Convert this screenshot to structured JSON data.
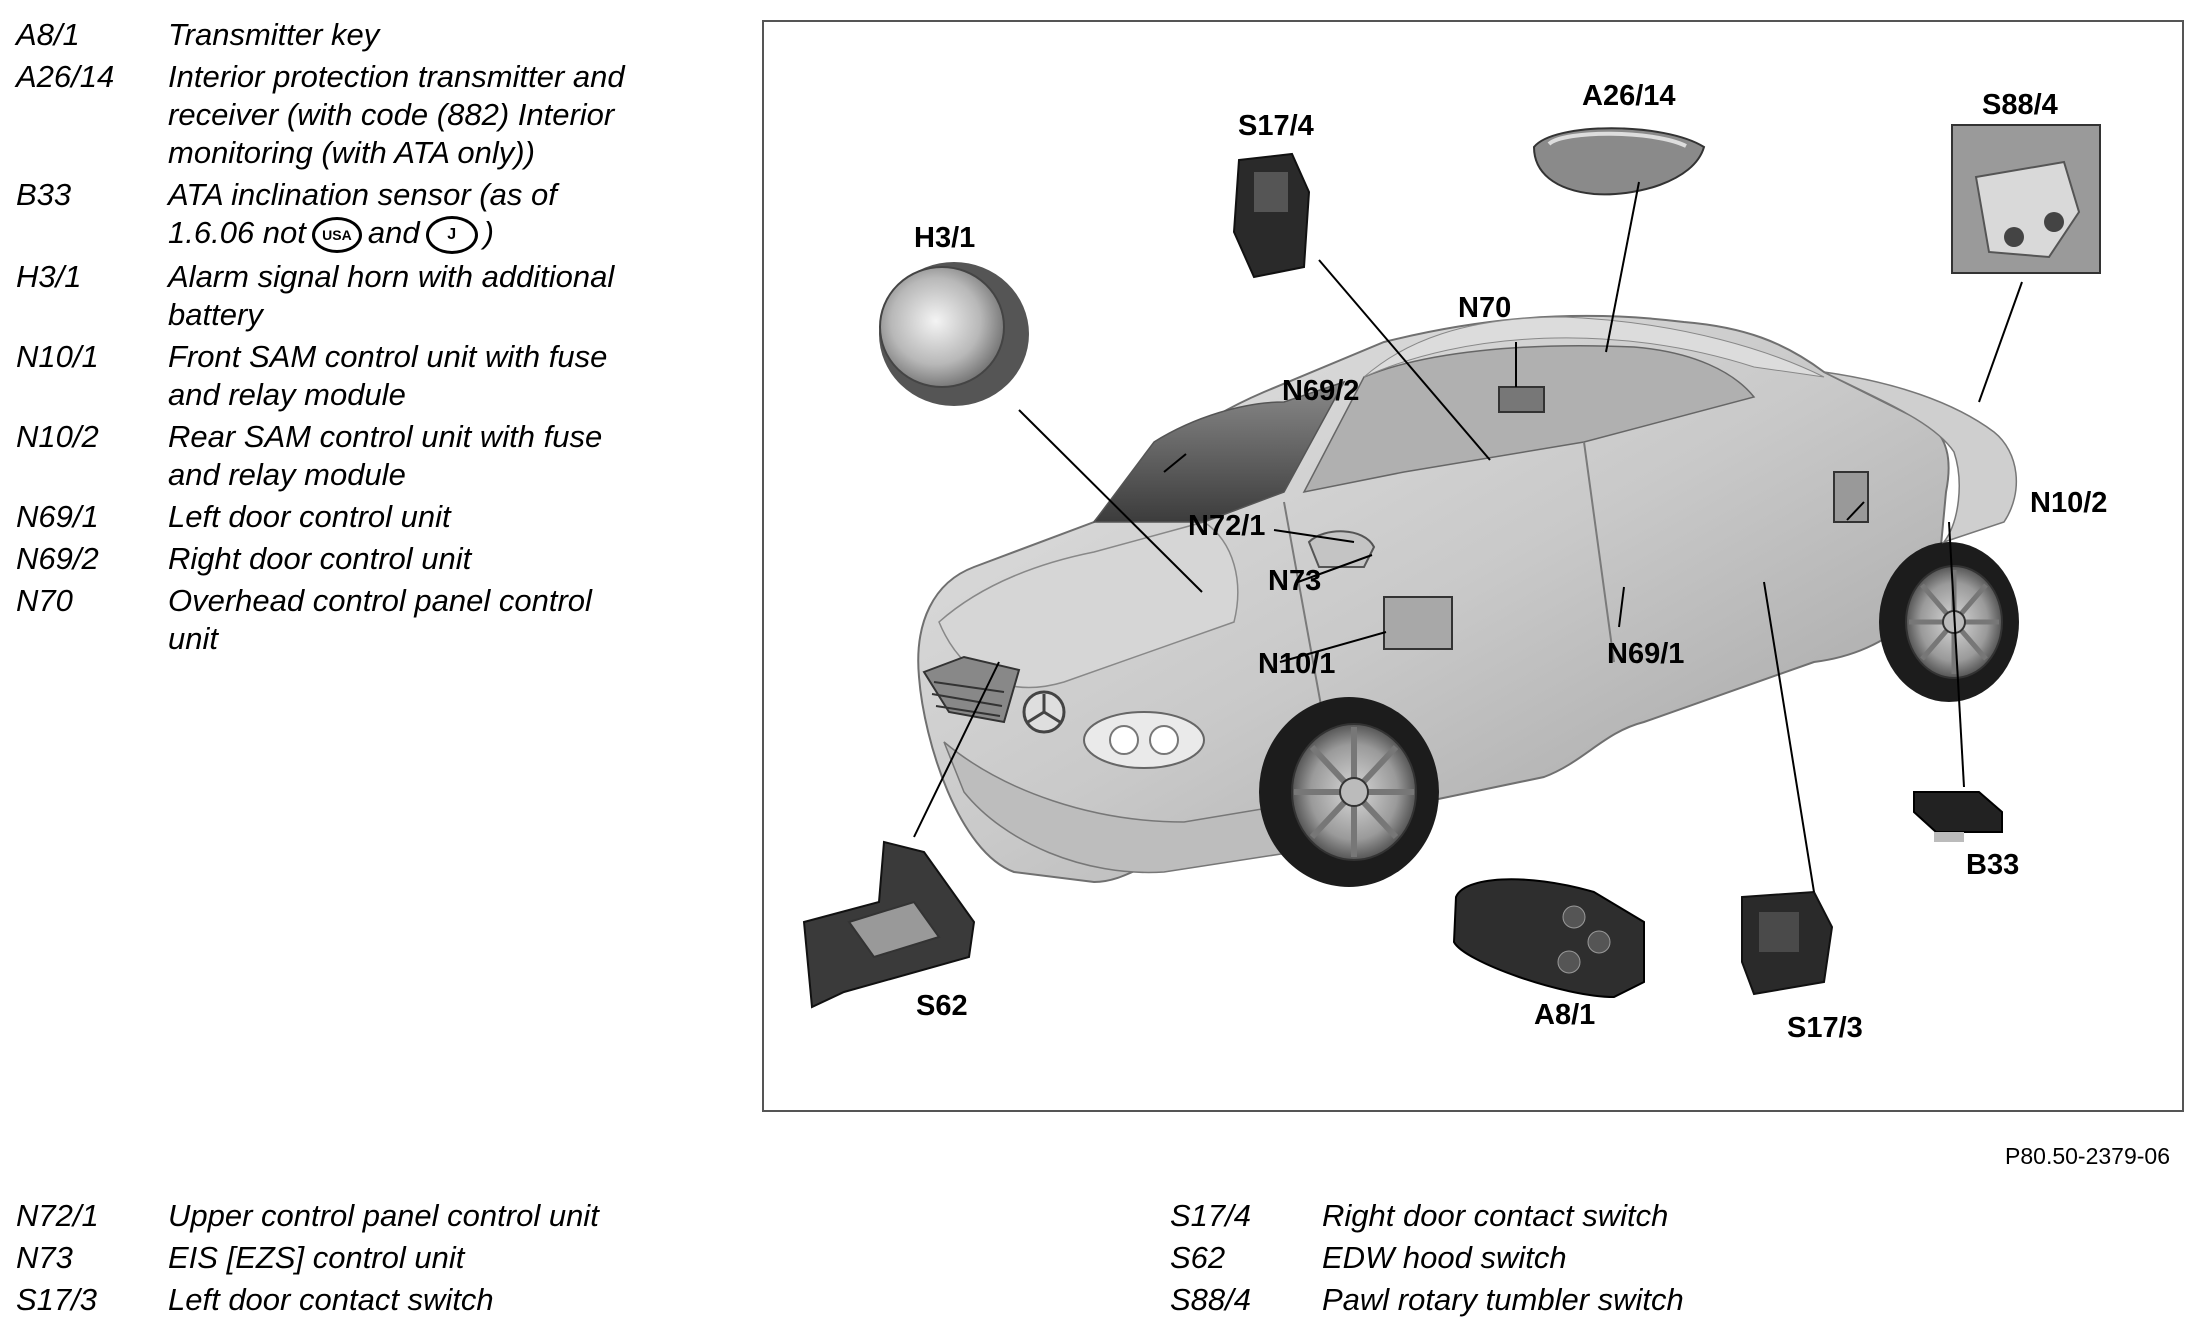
{
  "legend_top": [
    {
      "code": "A8/1",
      "desc": "Transmitter key"
    },
    {
      "code": "A26/14",
      "desc": "Interior protection transmitter and\nreceiver (with code (882) Interior\nmonitoring (with ATA only))"
    },
    {
      "code": "B33",
      "desc_before": "ATA inclination sensor (as of\n1.6.06 not",
      "symbol_usa": "USA",
      "desc_mid": "and",
      "symbol_j": "J",
      "desc_after": ")"
    },
    {
      "code": "H3/1",
      "desc": "Alarm signal horn with additional\nbattery"
    },
    {
      "code": "N10/1",
      "desc": "Front SAM control unit with fuse\nand relay module"
    },
    {
      "code": "N10/2",
      "desc": "Rear SAM control unit with fuse\nand relay module"
    },
    {
      "code": "N69/1",
      "desc": "Left door control unit"
    },
    {
      "code": "N69/2",
      "desc": "Right door control unit"
    },
    {
      "code": "N70",
      "desc": "Overhead control panel control\nunit"
    }
  ],
  "legend_bottom_left": [
    {
      "code": "N72/1",
      "desc": "Upper control panel control unit"
    },
    {
      "code": "N73",
      "desc": "EIS [EZS] control unit"
    },
    {
      "code": "S17/3",
      "desc": "Left door contact switch"
    }
  ],
  "legend_bottom_right": [
    {
      "code": "S17/4",
      "desc": "Right door contact switch"
    },
    {
      "code": "S62",
      "desc": "EDW hood switch"
    },
    {
      "code": "S88/4",
      "desc": "Pawl rotary tumbler switch"
    }
  ],
  "figure": {
    "labels": {
      "S17_4": "S17/4",
      "A26_14": "A26/14",
      "S88_4": "S88/4",
      "H3_1": "H3/1",
      "N70": "N70",
      "N69_2": "N69/2",
      "N72_1": "N72/1",
      "N73": "N73",
      "N10_1": "N10/1",
      "N10_2": "N10/2",
      "N69_1": "N69/1",
      "B33": "B33",
      "S62": "S62",
      "A8_1": "A8/1",
      "S17_3": "S17/3"
    },
    "reference": "P80.50-2379-06"
  }
}
